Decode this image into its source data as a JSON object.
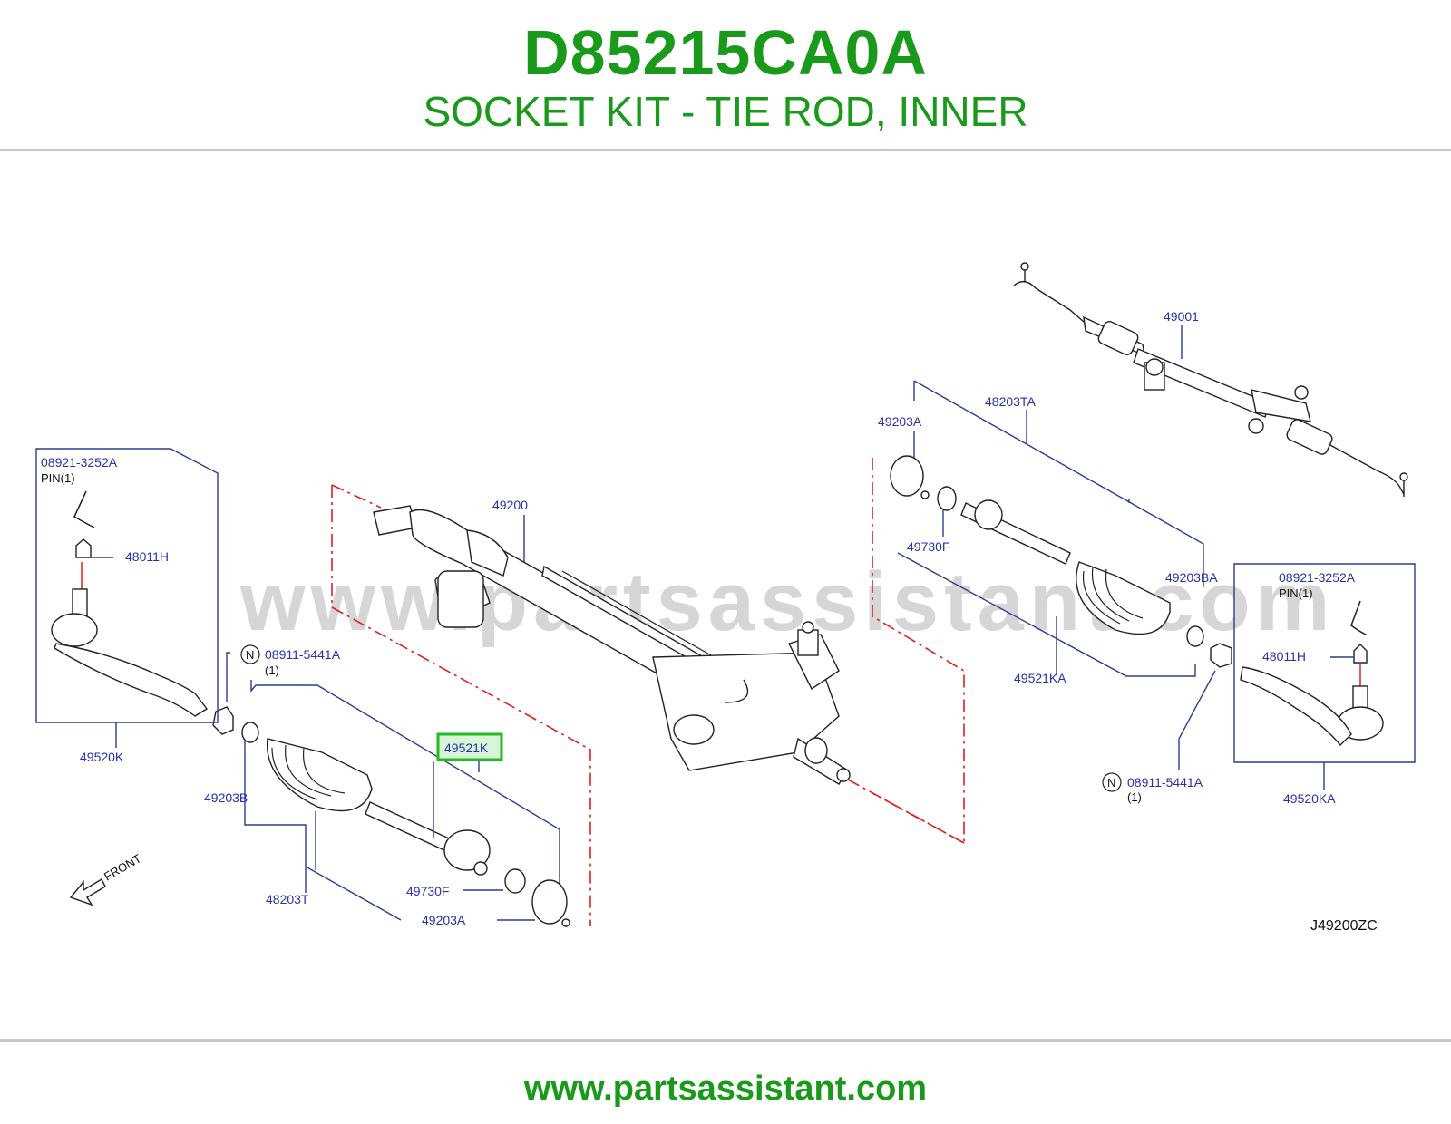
{
  "header": {
    "part_number": "D85215CA0A",
    "description": "SOCKET KIT - TIE ROD, INNER"
  },
  "diagram": {
    "watermark": "www.partsassistant.com",
    "reference_code": "J49200ZC",
    "front_label": "FRONT",
    "highlighted_callout": "49521K",
    "callouts": {
      "c49001": "49001",
      "c48203TA": "48203TA",
      "c49203A_right": "49203A",
      "c49730F_right": "49730F",
      "c49203BA": "49203BA",
      "c49521KA": "49521KA",
      "c49200": "49200",
      "c08921_left": "08921-3252A",
      "pin_left": "PIN(1)",
      "c48011H_left": "48011H",
      "c49520K": "49520K",
      "c08911_left": "08911-5441A",
      "qty_left": "(1)",
      "c49203B": "49203B",
      "c48203T": "48203T",
      "c49730F_left": "49730F",
      "c49203A_left": "49203A",
      "c08921_right": "08921-3252A",
      "pin_right": "PIN(1)",
      "c48011H_right": "48011H",
      "c49520KA": "49520KA",
      "c08911_right": "08911-5441A",
      "qty_right": "(1)",
      "n_symbol": "N"
    }
  },
  "footer": {
    "url": "www.partsassistant.com"
  },
  "colors": {
    "brand_green": "#1a9a1a",
    "callout_blue": "#2a2fb0",
    "highlight_box": "#22bb22",
    "dash_red": "#e02020"
  }
}
